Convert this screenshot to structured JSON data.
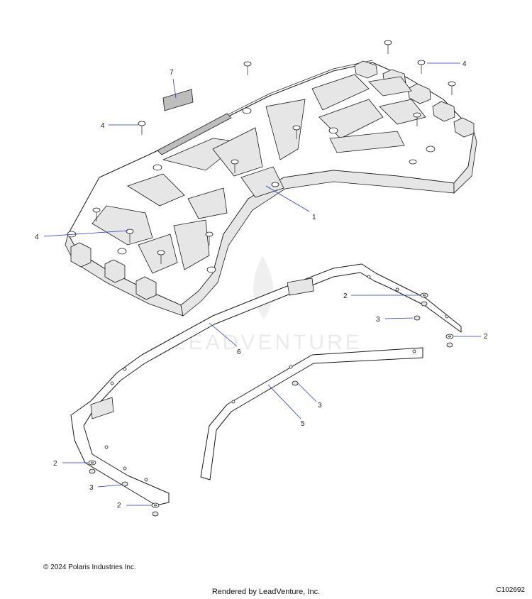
{
  "callouts": {
    "c1": "1",
    "c2a": "2",
    "c2b": "2",
    "c2c": "2",
    "c2d": "2",
    "c3a": "3",
    "c3b": "3",
    "c3c": "3",
    "c4a": "4",
    "c4b": "4",
    "c4c": "4",
    "c5": "5",
    "c6": "6",
    "c7": "7"
  },
  "watermark": "LEADVENTURE",
  "footer": {
    "copyright": "© 2024 Polaris Industries Inc.",
    "rendered_by": "Rendered by LeadVenture, Inc.",
    "diagram_code": "C102692"
  },
  "colors": {
    "leader": "#2233cc",
    "outline": "#1a1a1a"
  }
}
